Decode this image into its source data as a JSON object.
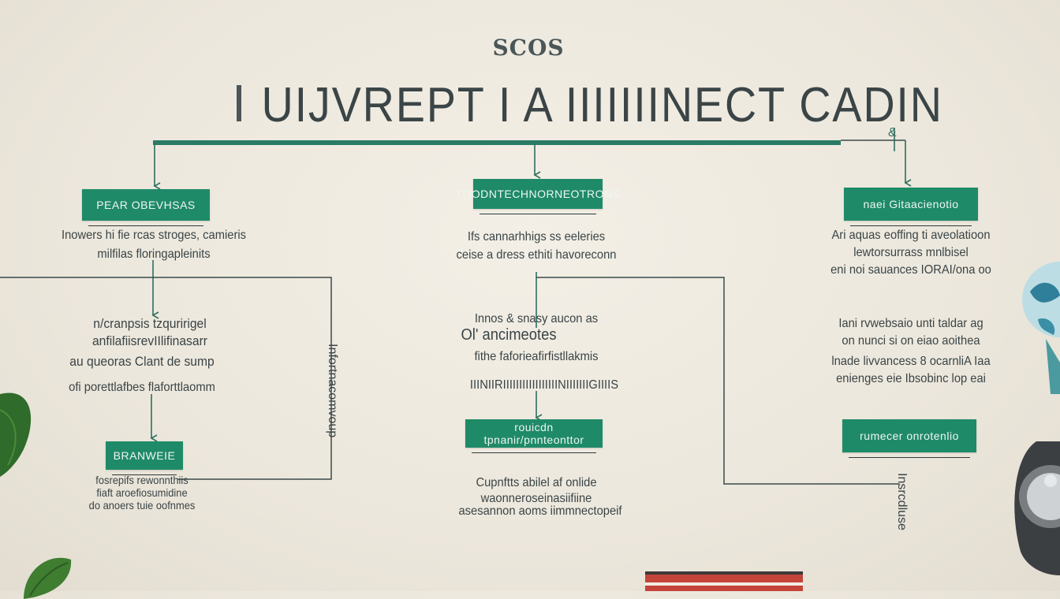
{
  "header": {
    "logo": "SCOS",
    "title": "UIJVREPT I A IIIIIIINECT CADIN"
  },
  "left": {
    "box_top": "PEAR OBEVHSAS",
    "desc_1": "Inowers hi fie rcas stroges, camieris",
    "desc_2": "milfilas floringapleinits",
    "mid_1": "n/cranpsis tzquririgel",
    "mid_2": "anfilafiisrevIIlifinasarr",
    "mid_3": "au queoras Clant de sump",
    "mid_4": "ofi porettlafbes flaforttlaomm",
    "box_bottom": "BRANWEIE",
    "low_1": "fosrepifs rewonnthiis",
    "low_2": "fiaft aroefiosumidine",
    "low_3": "do anoers tuie oofnmes",
    "side_vertical": "Infortnacomvoup"
  },
  "center": {
    "box_top": "TOODNTECHNORNEOTRONS",
    "desc_1": "Ifs cannarhhigs ss eeleries",
    "desc_2": "ceise a dress ethiti havoreconn",
    "mid_1": "Innos & snasy aucon as",
    "mid_2": "Ol' ancimeotes",
    "mid_3": "fithe faforieafirfistllakmis",
    "mid_4": "IIINIIRIIIIIIIIIIIIIIIIINIIIIIIIGIIIIS",
    "box_bottom": "rouicdn tpnanir/pnnteonttor",
    "low_1": "Cupnftts abilel af onlide",
    "low_2": "waonneroseinasiifiine",
    "low_3": "asesannon aoms iimmnectopeif"
  },
  "right": {
    "box_top": "naei Gitaacienotio",
    "desc_1": "Ari aquas eoffing ti aveolatioon",
    "desc_2": "lewtorsurrass mnlbisel",
    "desc_3": "eni noi sauances IORAI/ona oo",
    "mid_1": "Iani rvwebsaio unti taldar ag",
    "mid_2": "on nunci si on eiao aoithea",
    "mid_3": "lnade livvancess 8 ocarnliA Iaa",
    "mid_4": "enienges eie Ibsobinc lop eai",
    "box_bottom": "rumecer onrotenlio",
    "side_vertical": "Insrcdluse",
    "top_marker": "&"
  },
  "colors": {
    "accent_green": "#1f8a68",
    "line_color": "#2e7d6a",
    "text": "#3a4446",
    "background": "#efeae0"
  }
}
